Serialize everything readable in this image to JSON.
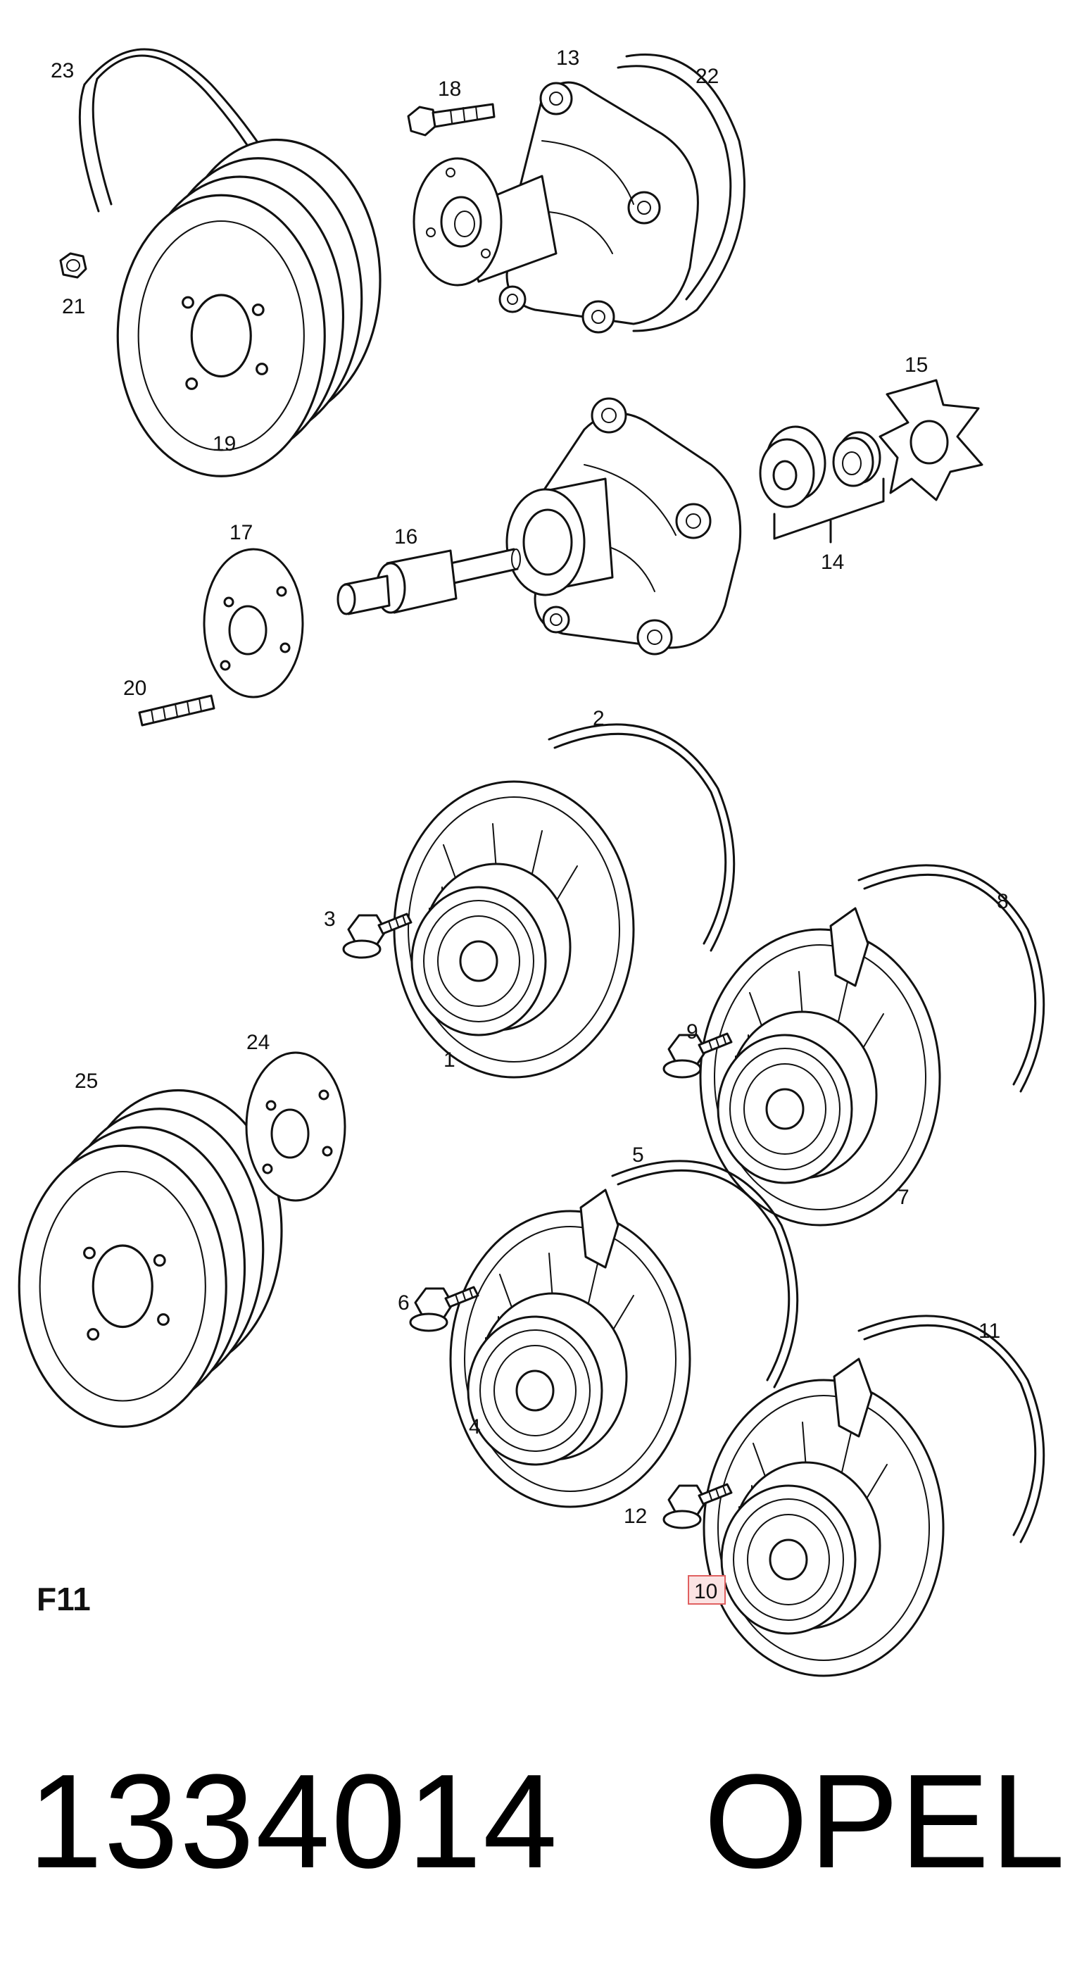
{
  "callouts": {
    "c1": "1",
    "c2": "2",
    "c3": "3",
    "c4": "4",
    "c5": "5",
    "c6": "6",
    "c7": "7",
    "c8": "8",
    "c9": "9",
    "c10": "10",
    "c11": "11",
    "c12": "12",
    "c13": "13",
    "c14": "14",
    "c15": "15",
    "c16": "16",
    "c17": "17",
    "c18": "18",
    "c19": "19",
    "c20": "20",
    "c21": "21",
    "c22": "22",
    "c23": "23",
    "c24": "24",
    "c25": "25"
  },
  "section_code": "F11",
  "part_number": "1334014",
  "brand": "OPEL",
  "highlight_color": "#e06060",
  "highlighted_callout": "10"
}
